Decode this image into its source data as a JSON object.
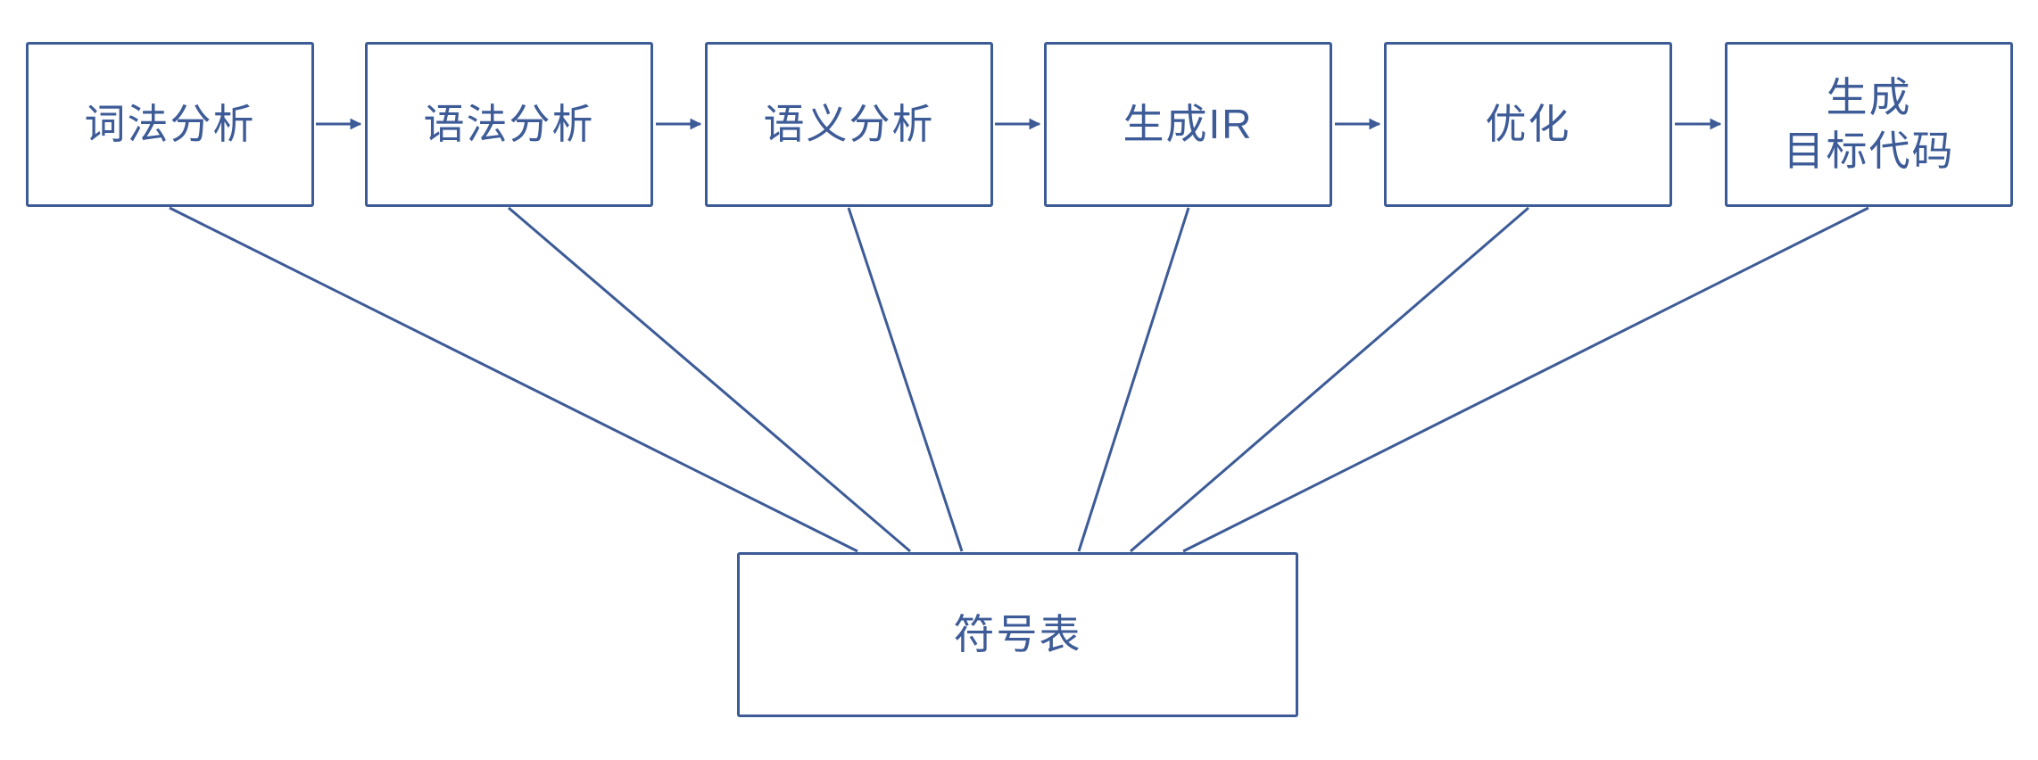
{
  "diagram": {
    "title": "compiler-phases-and-symbol-table",
    "accent_color": "#3D5B97",
    "background_color": "#FFFFFF",
    "nodes": [
      {
        "id": "lexical",
        "label": "词法分析"
      },
      {
        "id": "syntax",
        "label": "语法分析"
      },
      {
        "id": "semantic",
        "label": "语义分析"
      },
      {
        "id": "ir",
        "label": "生成IR"
      },
      {
        "id": "optimize",
        "label": "优化"
      },
      {
        "id": "codegen",
        "label": "生成\n目标代码"
      }
    ],
    "symbol_table": {
      "id": "symbol-table",
      "label": "符号表"
    },
    "edges": {
      "flow": [
        {
          "from": "lexical",
          "to": "syntax",
          "style": "arrow"
        },
        {
          "from": "syntax",
          "to": "semantic",
          "style": "arrow"
        },
        {
          "from": "semantic",
          "to": "ir",
          "style": "arrow"
        },
        {
          "from": "ir",
          "to": "optimize",
          "style": "arrow"
        },
        {
          "from": "optimize",
          "to": "codegen",
          "style": "arrow"
        }
      ],
      "symbol_table_links": [
        {
          "from": "lexical",
          "to": "symbol-table",
          "style": "line"
        },
        {
          "from": "syntax",
          "to": "symbol-table",
          "style": "line"
        },
        {
          "from": "semantic",
          "to": "symbol-table",
          "style": "line"
        },
        {
          "from": "ir",
          "to": "symbol-table",
          "style": "line"
        },
        {
          "from": "optimize",
          "to": "symbol-table",
          "style": "line"
        },
        {
          "from": "codegen",
          "to": "symbol-table",
          "style": "line"
        }
      ]
    }
  }
}
